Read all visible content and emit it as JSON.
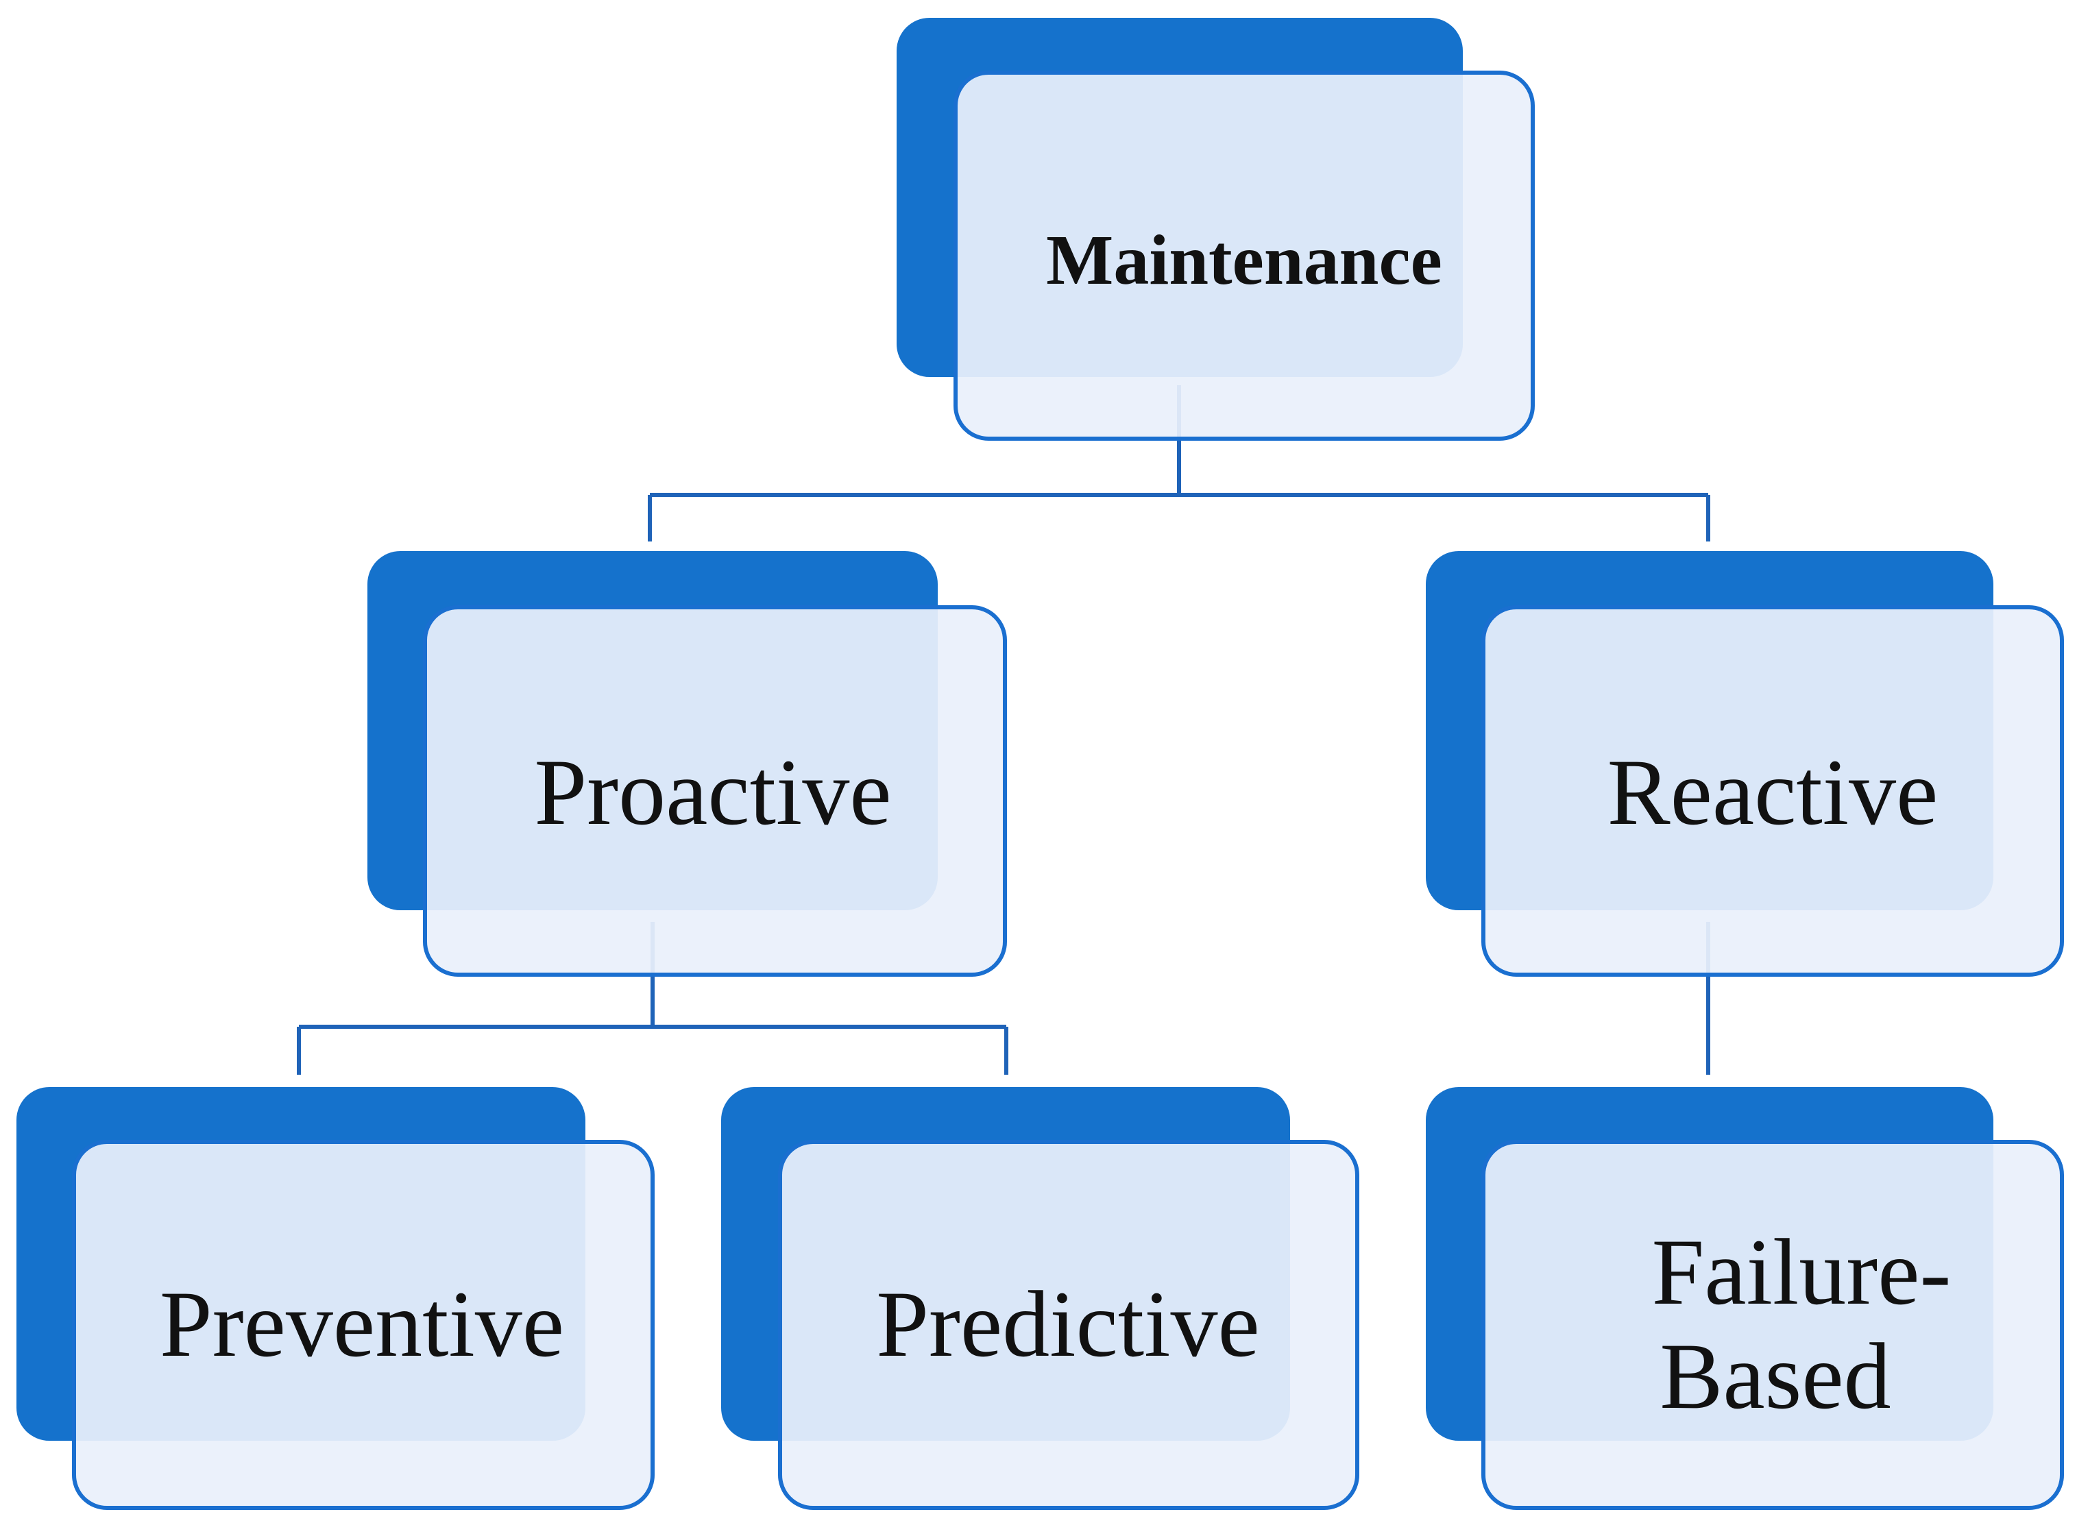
{
  "diagram": {
    "type": "hierarchy",
    "colors": {
      "accent": "#1572cc",
      "card_fill": "#eaf0fb",
      "card_border": "#1a6fd0",
      "connector": "#1f63b8",
      "text": "#111111"
    },
    "nodes": {
      "maintenance": {
        "label": "Maintenance"
      },
      "proactive": {
        "label": "Proactive"
      },
      "reactive": {
        "label": "Reactive"
      },
      "preventive": {
        "label": "Preventive"
      },
      "predictive": {
        "label": "Predictive"
      },
      "failure_based": {
        "label_line1": "Failure-",
        "label_line2": "Based"
      }
    },
    "edges": [
      {
        "from": "Maintenance",
        "to": "Proactive"
      },
      {
        "from": "Maintenance",
        "to": "Reactive"
      },
      {
        "from": "Proactive",
        "to": "Preventive"
      },
      {
        "from": "Proactive",
        "to": "Predictive"
      },
      {
        "from": "Reactive",
        "to": "Failure-Based"
      }
    ]
  }
}
